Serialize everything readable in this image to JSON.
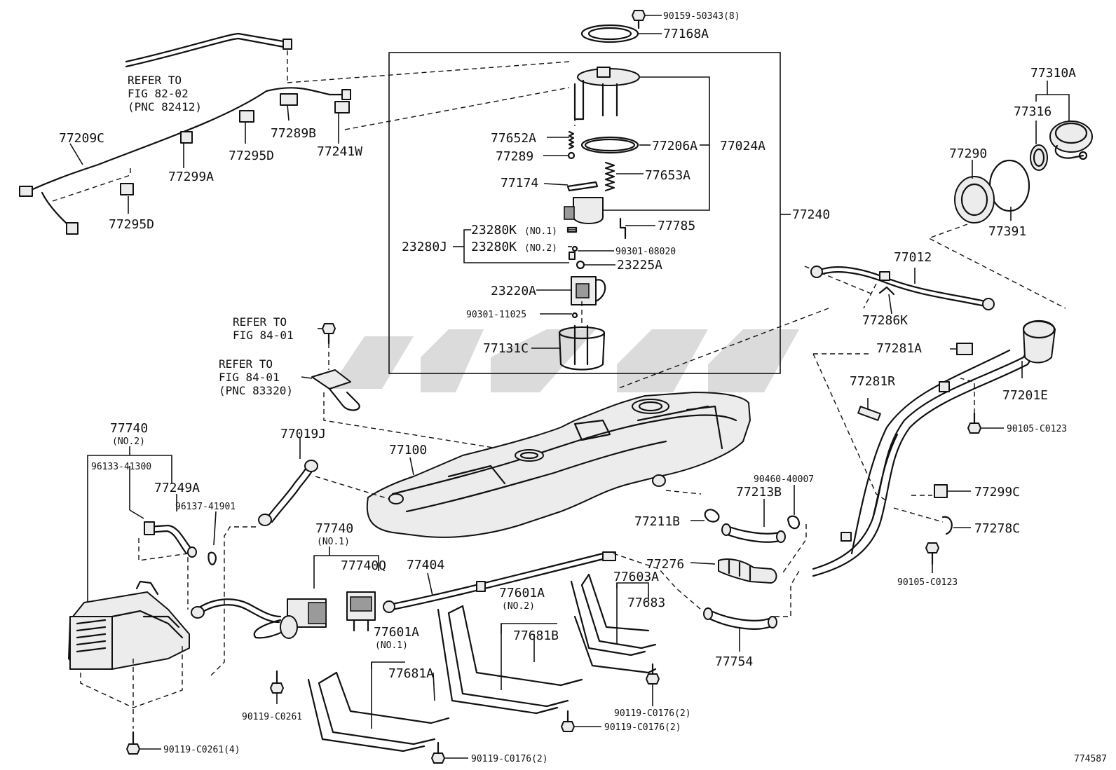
{
  "watermark": "BAM",
  "refs": {
    "fig8202": [
      "REFER TO",
      "FIG 82-02",
      "(PNC 82412)"
    ],
    "fig8401a": [
      "REFER TO",
      "FIG 84-01"
    ],
    "fig8401b": [
      "REFER TO",
      "FIG 84-01",
      "(PNC 83320)"
    ]
  },
  "labels": {
    "p90159": "90159-50343(8)",
    "p77168A": "77168A",
    "p77310A": "77310A",
    "p77316": "77316",
    "p77290": "77290",
    "p77391": "77391",
    "p77209C": "77209C",
    "p77289B": "77289B",
    "p77295D_a": "77295D",
    "p77241W": "77241W",
    "p77299A": "77299A",
    "p77295D_b": "77295D",
    "p77652A": "77652A",
    "p77289": "77289",
    "p77206A": "77206A",
    "p77024A": "77024A",
    "p77174": "77174",
    "p77653A": "77653A",
    "p77240": "77240",
    "p23280K1": "23280K",
    "p23280K1_note": "(NO.1)",
    "p23280K2": "23280K",
    "p23280K2_note": "(NO.2)",
    "p23280J": "23280J",
    "p77785": "77785",
    "p90301_08020": "90301-08020",
    "p23225A": "23225A",
    "p23220A": "23220A",
    "p90301_11025": "90301-11025",
    "p77131C": "77131C",
    "p77012": "77012",
    "p77286K": "77286K",
    "p77281A": "77281A",
    "p77281R": "77281R",
    "p77201E": "77201E",
    "p90105_a": "90105-C0123",
    "p77740_2": "77740",
    "p77740_2_note": "(NO.2)",
    "p96133": "96133-41300",
    "p77249A": "77249A",
    "p96137": "96137-41901",
    "p77019J": "77019J",
    "p77100": "77100",
    "p90460": "90460-40007",
    "p77213B": "77213B",
    "p77211B": "77211B",
    "p77299C": "77299C",
    "p77278C": "77278C",
    "p77740_1": "77740",
    "p77740_1_note": "(NO.1)",
    "p77740Q": "77740Q",
    "p77404": "77404",
    "p77276": "77276",
    "p90105_b": "90105-C0123",
    "p77603A": "77603A",
    "p77683": "77683",
    "p77601A_2": "77601A",
    "p77601A_2_note": "(NO.2)",
    "p77681B": "77681B",
    "p77754": "77754",
    "p77601A_1": "77601A",
    "p77601A_1_note": "(NO.1)",
    "p77681A": "77681A",
    "p90119_C0261": "90119-C0261",
    "p90119_C0176_a": "90119-C0176(2)",
    "p90119_C0176_b": "90119-C0176(2)",
    "p90119_C0261_4": "90119-C0261(4)",
    "p90119_C0176_c": "90119-C0176(2)",
    "diagram_id": "774587"
  }
}
